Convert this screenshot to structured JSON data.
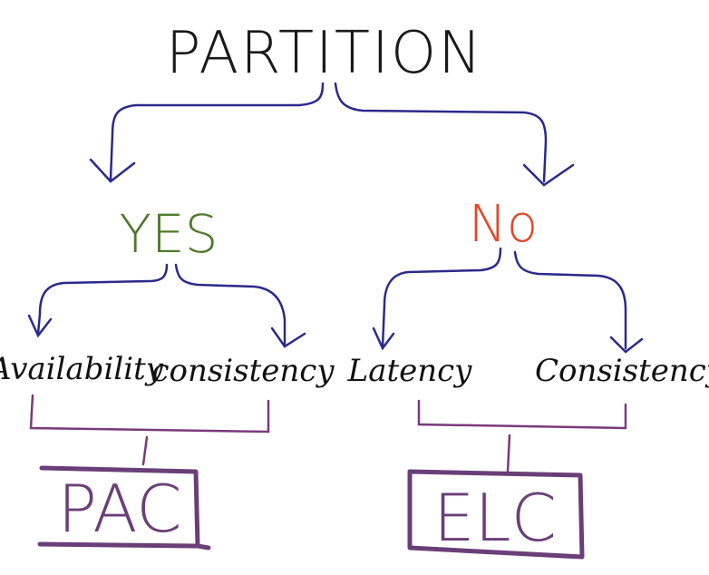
{
  "root": {
    "label": "PARTITION",
    "color": "#1a1a1a"
  },
  "branches": {
    "yes": {
      "label": "YES",
      "color": "#4e7a2c",
      "children": [
        "Availability",
        "consistency"
      ],
      "result": "PAC"
    },
    "no": {
      "label": "No",
      "color": "#e0492a",
      "children": [
        "Latency",
        "Consistency"
      ],
      "result": "ELC"
    }
  },
  "colors": {
    "arrow": "#2a2a8c",
    "bracket": "#7a3a7a",
    "box": "#6a3f78",
    "text": "#111111"
  }
}
